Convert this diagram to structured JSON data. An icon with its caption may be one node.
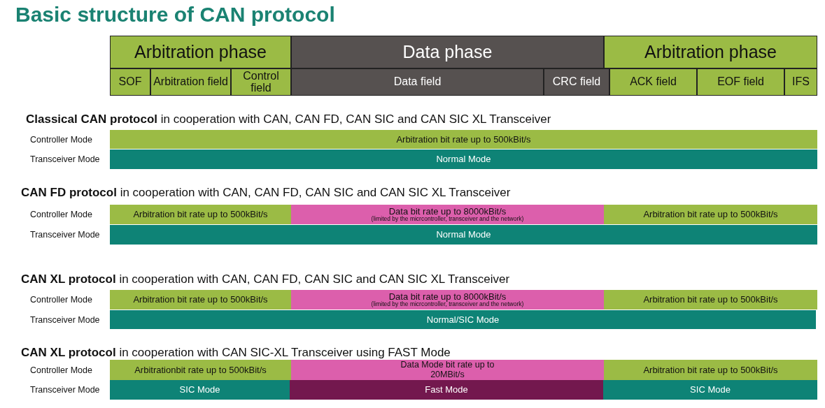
{
  "diagram": {
    "title": "Basic structure of CAN protocol",
    "nodes": [
      {
        "text": [
          "Arbitration phase"
        ]
      },
      {
        "text": [
          "Data phase"
        ]
      },
      {
        "text": [
          "Arbitration phase"
        ]
      },
      {
        "text": [
          "SOF"
        ]
      },
      {
        "text": [
          "Arbitration field"
        ]
      },
      {
        "text": [
          "Control field"
        ]
      },
      {
        "text": [
          "Data field"
        ]
      },
      {
        "text": [
          "CRC field"
        ]
      },
      {
        "text": [
          "ACK field"
        ]
      },
      {
        "text": [
          "EOF field"
        ]
      },
      {
        "text": [
          "IFS"
        ]
      },
      {
        "text": [
          "Arbitration bit rate up to 500kBit/s"
        ]
      },
      {
        "text": [
          "Normal Mode"
        ]
      },
      {
        "text": [
          "Arbitration bit rate up to 500kBit/s"
        ]
      },
      {
        "text": [
          "Data bit rate up to 8000kBit/s",
          "(limited by the micrcontroller, transceiver and the network)"
        ]
      },
      {
        "text": [
          "Arbitration bit rate up to 500kBit/s"
        ]
      },
      {
        "text": [
          "Normal Mode"
        ]
      },
      {
        "text": [
          "Arbitration bit rate up to 500kBit/s"
        ]
      },
      {
        "text": [
          "Data bit rate up to 8000kBit/s",
          "(limited by the micrcontroller, transceiver and the network)"
        ]
      },
      {
        "text": [
          "Arbitration bit rate up to 500kBit/s"
        ]
      },
      {
        "text": [
          "Normal/SIC Mode"
        ]
      },
      {
        "text": [
          "Arbitrationbit rate up to 500kBit/s"
        ]
      },
      {
        "text": [
          "Data Mode bit rate up to 20MBit/s"
        ]
      },
      {
        "text": [
          "Arbitration bit rate up to 500kBit/s"
        ]
      },
      {
        "text": [
          "SIC Mode"
        ]
      },
      {
        "text": [
          "Fast Mode"
        ]
      },
      {
        "text": [
          "SIC Mode"
        ]
      }
    ],
    "labels": [
      "**Classical CAN protocol** in cooperation with CAN, CAN FD, CAN SIC and CAN SIC XL Transceiver",
      "Controller Mode",
      "Transceiver Mode",
      "**CAN FD protocol** in cooperation with CAN, CAN FD, CAN SIC and CAN SIC XL Transceiver",
      "Controller Mode",
      "Transceiver Mode",
      "**CAN XL protocol** in cooperation with CAN, CAN FD, CAN SIC and CAN SIC XL Transceiver",
      "Controller Mode",
      "Transceiver Mode",
      "**CAN XL protocol** in cooperation with CAN SIC-XL Transceiver using FAST Mode",
      "Controller Mode",
      "Transceiver Mode"
    ]
  }
}
